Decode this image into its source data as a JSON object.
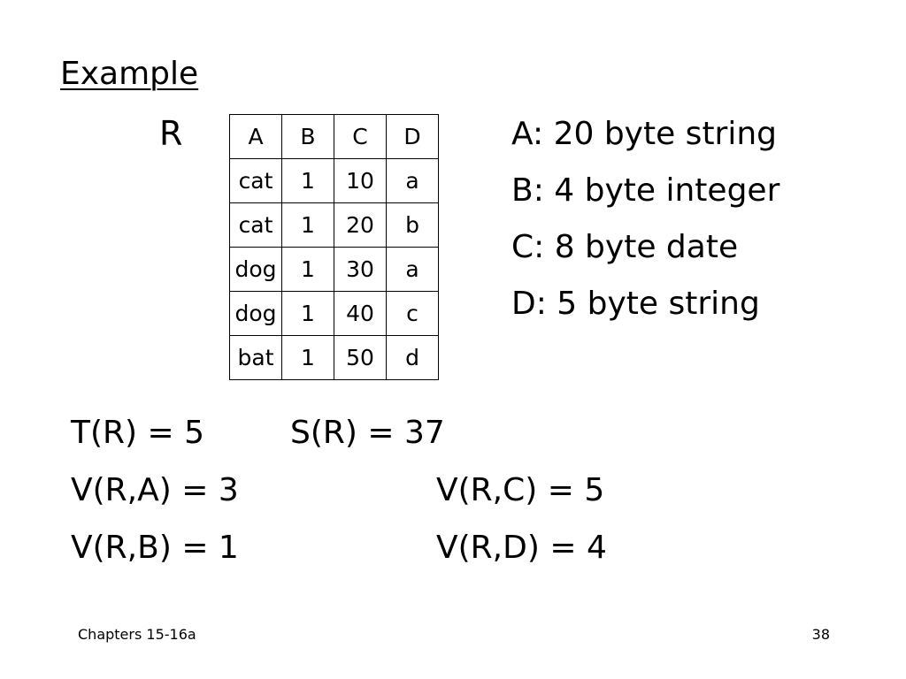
{
  "slide": {
    "title": "Example"
  },
  "relation": {
    "name": "R",
    "columns": [
      "A",
      "B",
      "C",
      "D"
    ],
    "rows": [
      [
        "cat",
        "1",
        "10",
        "a"
      ],
      [
        "cat",
        "1",
        "20",
        "b"
      ],
      [
        "dog",
        "1",
        "30",
        "a"
      ],
      [
        "dog",
        "1",
        "40",
        "c"
      ],
      [
        "bat",
        "1",
        "50",
        "d"
      ]
    ]
  },
  "attributes": [
    "A: 20 byte string",
    "B: 4 byte integer",
    "C: 8 byte date",
    "D: 5 byte string"
  ],
  "stats": {
    "t_r": "T(R) = 5",
    "s_r": "S(R) = 37",
    "v_r_a": "V(R,A) = 3",
    "v_r_c": "V(R,C) = 5",
    "v_r_b": "V(R,B) = 1",
    "v_r_d": "V(R,D) = 4"
  },
  "footer": {
    "left": "Chapters 15-16a",
    "page_number": "38"
  }
}
